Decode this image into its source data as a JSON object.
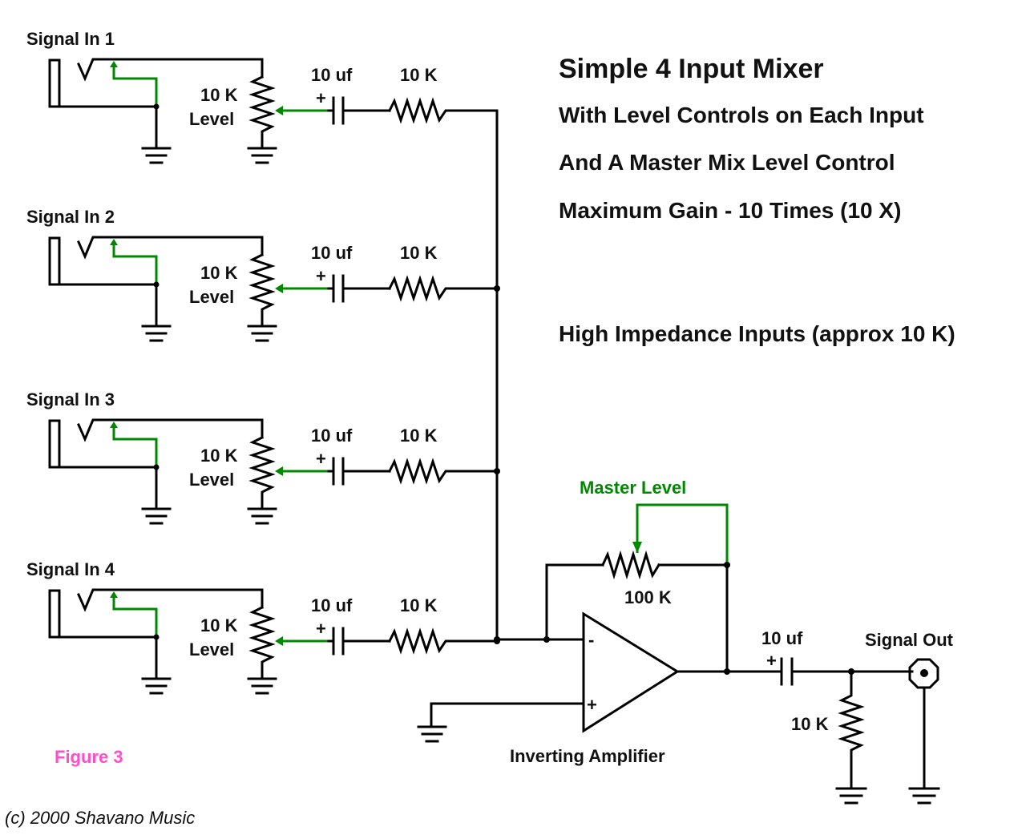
{
  "title": "Simple 4 Input Mixer",
  "description": [
    "With Level Controls on Each Input",
    "And A Master Mix Level Control",
    "Maximum Gain - 10 Times (10 X)",
    "High Impedance Inputs (approx 10 K)"
  ],
  "inputs": [
    {
      "label": "Signal In 1",
      "pot_value": "10 K",
      "pot_label": "Level",
      "cap": "10 uf",
      "resistor": "10 K"
    },
    {
      "label": "Signal In 2",
      "pot_value": "10 K",
      "pot_label": "Level",
      "cap": "10 uf",
      "resistor": "10 K"
    },
    {
      "label": "Signal In 3",
      "pot_value": "10 K",
      "pot_label": "Level",
      "cap": "10 uf",
      "resistor": "10 K"
    },
    {
      "label": "Signal In 4",
      "pot_value": "10 K",
      "pot_label": "Level",
      "cap": "10 uf",
      "resistor": "10 K"
    }
  ],
  "master": {
    "label": "Master Level",
    "value": "100 K"
  },
  "amplifier": {
    "label": "Inverting Amplifier",
    "minus": "-",
    "plus": "+"
  },
  "output": {
    "cap": "10 uf",
    "resistor": "10 K",
    "label": "Signal Out"
  },
  "cap_polarity": "+",
  "figure_label": "Figure 3",
  "copyright": "(c) 2000 Shavano Music",
  "colors": {
    "wire": "#000000",
    "control": "#008800",
    "figure": "#ff4fc8"
  }
}
